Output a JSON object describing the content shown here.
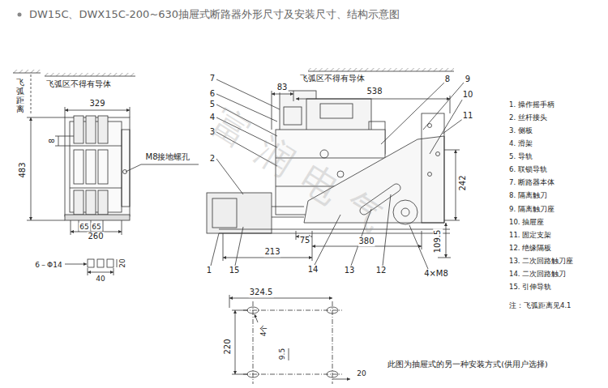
{
  "diagram": {
    "title": "DW15C、DWX15C-200~630抽屉式断路器外形尺寸及安装尺寸、结构示意图",
    "caption": "此图为抽屉式的另一种安装方式(供用户选择)",
    "labels": [
      "飞弧距离",
      "飞弧区不得有导体",
      "329",
      "8",
      "483",
      "M8接地螺孔",
      "65",
      "65",
      "260",
      "6－Φ14",
      "20",
      "40",
      "7",
      "6",
      "5",
      "4",
      "3",
      "2",
      "83",
      "飞弧区不得有导体",
      "538",
      "8",
      "9",
      "10",
      "11",
      "242",
      "109.5",
      "75",
      "380",
      "213",
      "1",
      "15",
      "14",
      "13",
      "12",
      "4×M8",
      "324.5",
      "220",
      "4个",
      "9.5",
      "20",
      "1. 操作摇手柄",
      "2. 丝杆接头",
      "3. 侧板",
      "4. 滑架",
      "5. 导轨",
      "6. 联锁导轨",
      "7. 断路器本体",
      "8. 隔离触刀",
      "9. 隔离触刀座",
      "10. 抽屉座",
      "11. 固定支架",
      "12. 绝缘隔板",
      "13. 二次回路触刀座",
      "14. 二次回路触刀",
      "15. 引伸导轨",
      "注：飞弧距离见4.1",
      "富润电气"
    ]
  }
}
